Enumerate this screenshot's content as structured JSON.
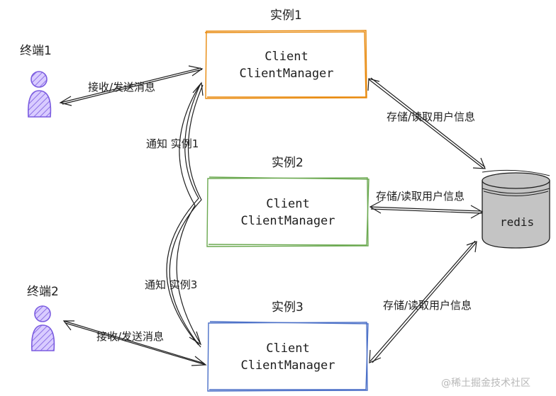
{
  "instances": [
    {
      "title": "实例1",
      "client": "Client",
      "manager": "ClientManager",
      "color": "#e8890c"
    },
    {
      "title": "实例2",
      "client": "Client",
      "manager": "ClientManager",
      "color": "#6aa84f"
    },
    {
      "title": "实例3",
      "client": "Client",
      "manager": "ClientManager",
      "color": "#4a6fc7"
    }
  ],
  "terminals": [
    {
      "label": "终端1",
      "edge_label": "接收/发送消息"
    },
    {
      "label": "终端2",
      "edge_label": "接收/发送消息"
    }
  ],
  "notify": [
    "通知  实例1",
    "通知  实例3"
  ],
  "redis": {
    "label": "redis",
    "edges": [
      "存储/读取用户信息",
      "存储/读取用户信息",
      "存储/读取用户信息"
    ]
  },
  "person_color": "#7b5ce0",
  "watermark": "@稀土掘金技术社区"
}
